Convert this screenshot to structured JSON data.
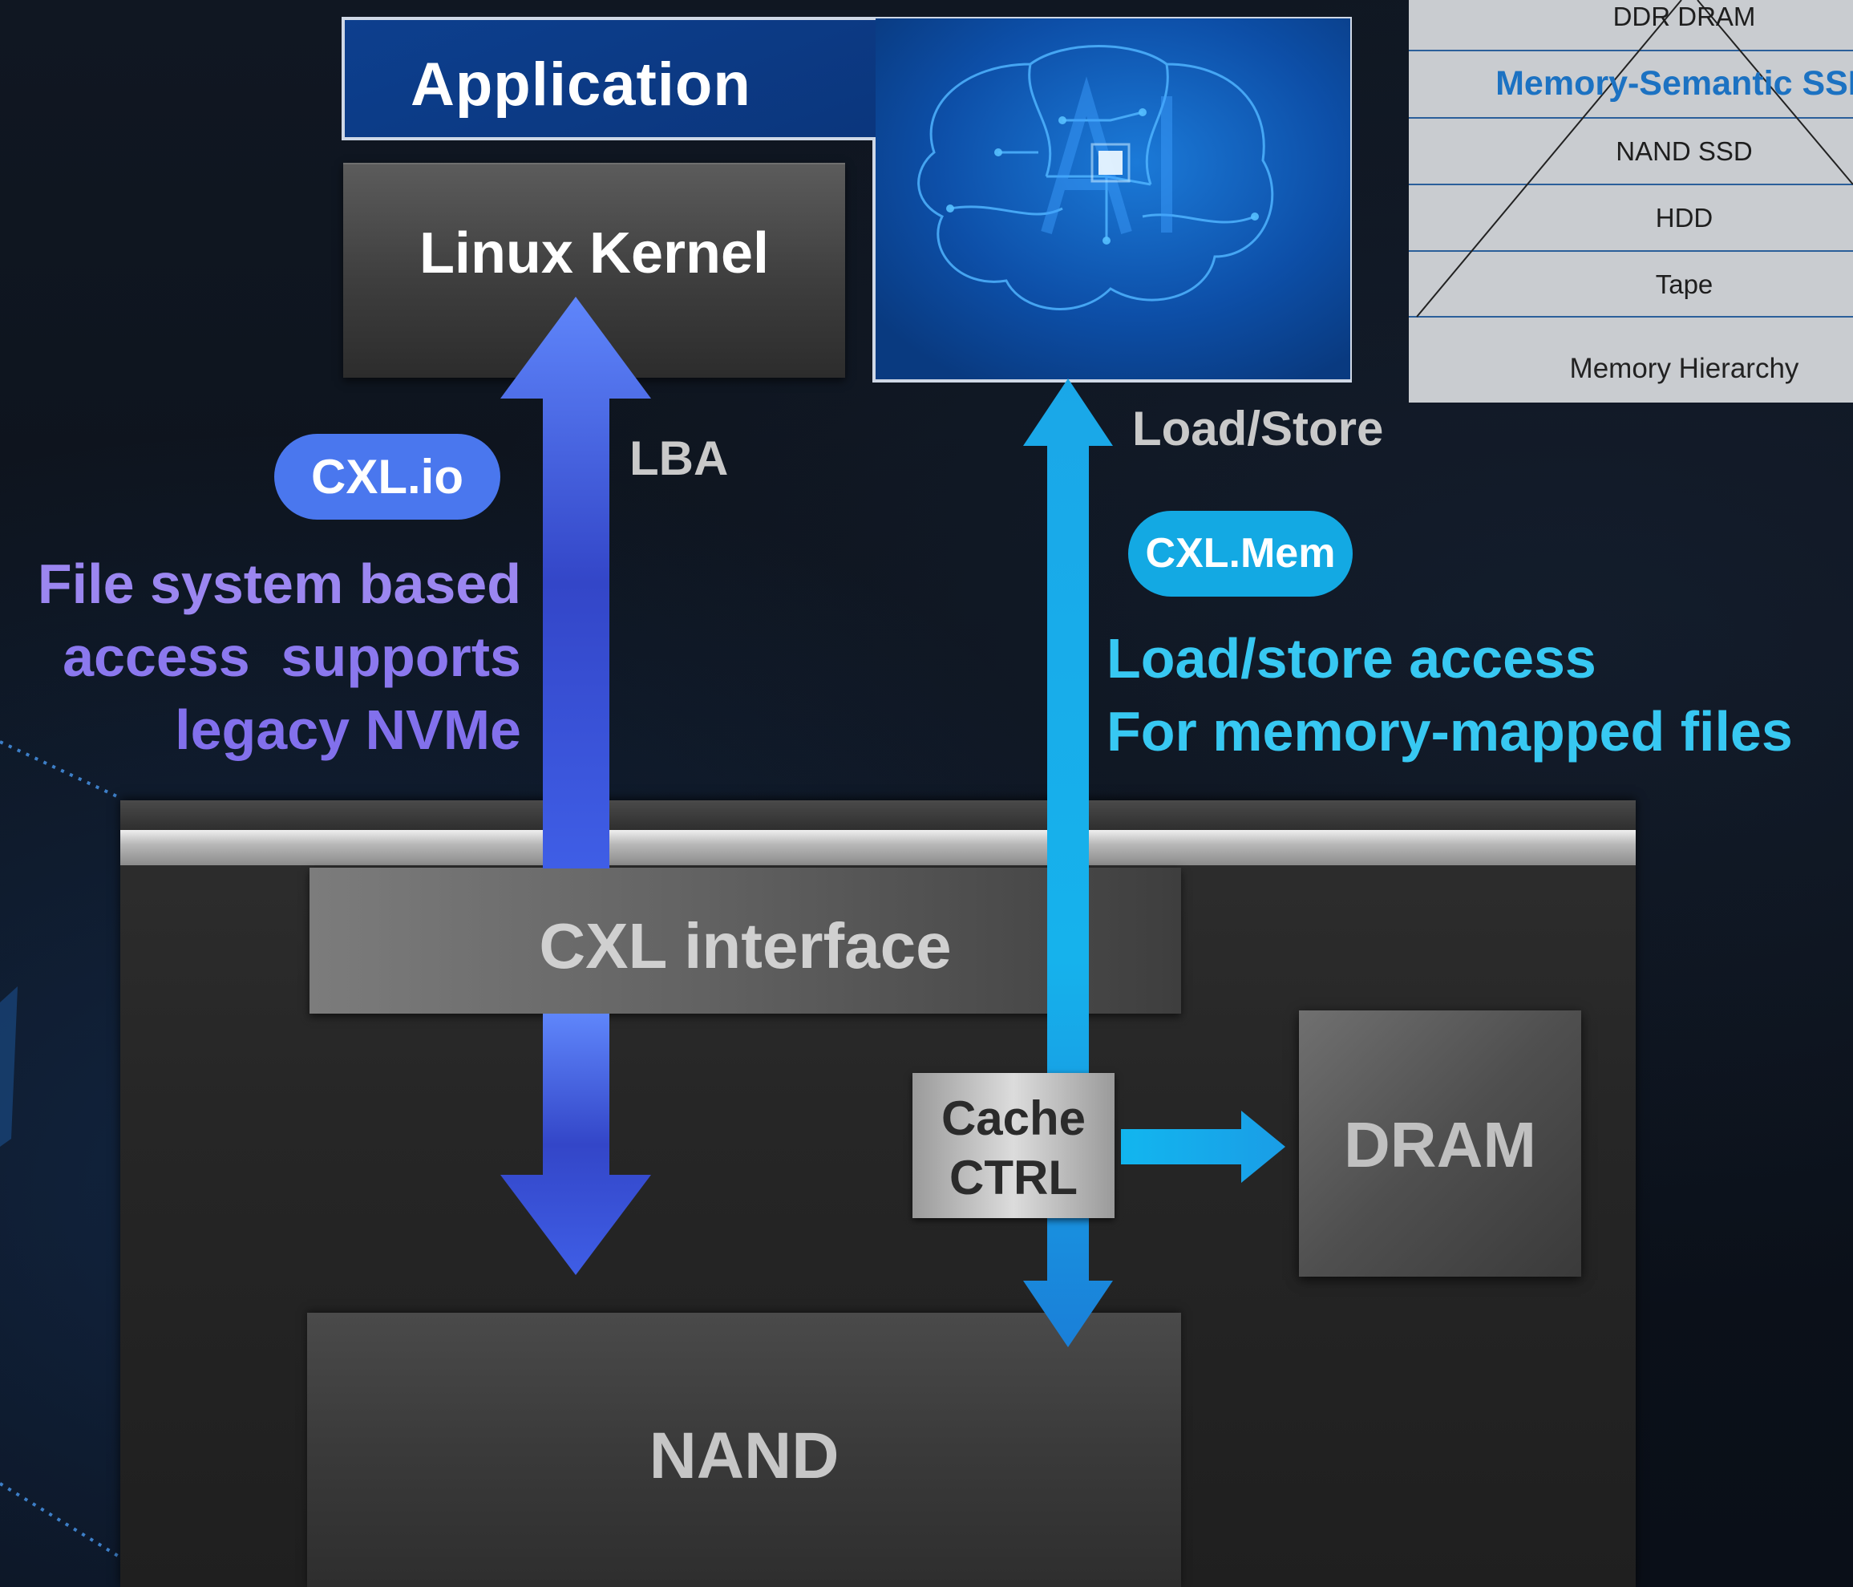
{
  "stack": {
    "application": "Application",
    "kernel": "Linux Kernel"
  },
  "hierarchy": {
    "rows": [
      "DDR DRAM",
      "Memory-Semantic SSD",
      "NAND SSD",
      "HDD",
      "Tape"
    ],
    "caption": "Memory Hierarchy"
  },
  "paths": {
    "io_pill": "CXL.io",
    "lba": "LBA",
    "io_desc": [
      "File system based",
      "access  supports",
      "legacy NVMe"
    ],
    "loadstore": "Load/Store",
    "mem_pill": "CXL.Mem",
    "mem_desc": [
      "Load/store access",
      "For memory-mapped files"
    ]
  },
  "device": {
    "interface": "CXL interface",
    "cache": [
      "Cache",
      "CTRL"
    ],
    "dram": "DRAM",
    "nand": "NAND"
  },
  "colors": {
    "io_arrow": "#4a6ff0",
    "mem_arrow": "#1aa8e6",
    "io_text": "#8b78ee",
    "mem_text": "#37c8f2",
    "accent": "#1c72c2"
  }
}
